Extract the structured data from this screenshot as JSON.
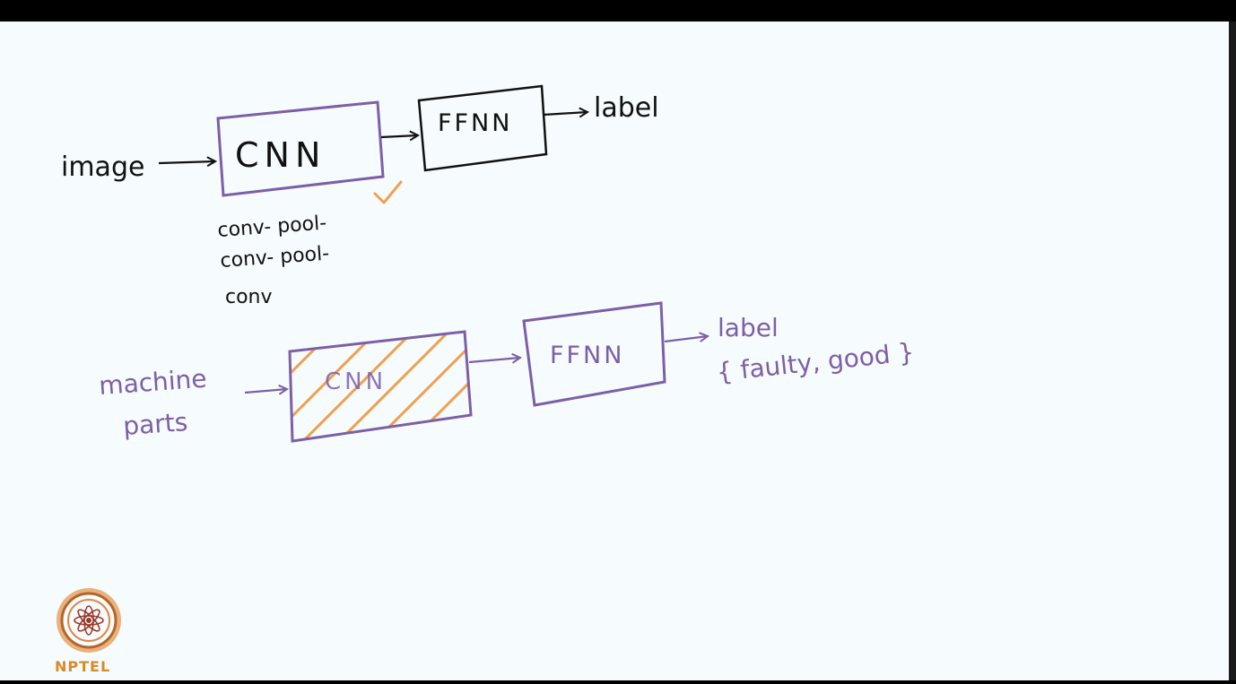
{
  "colors": {
    "background": "#f6fcfd",
    "black_ink": "#111111",
    "purple_ink": "#7d5fa7",
    "orange_highlight": "#f0a050"
  },
  "diagram_top": {
    "input_label": "image",
    "cnn_label": "CNN",
    "ffnn_label": "FFNN",
    "output_label": "label",
    "layers_line1": "conv- pool-",
    "layers_line2": "conv- pool-",
    "layers_line3": "conv"
  },
  "diagram_bottom": {
    "input_label_line1": "machine",
    "input_label_line2": "parts",
    "cnn_label": "CNN",
    "ffnn_label": "FFNN",
    "output_label": "label",
    "output_classes": "{ faulty, good }"
  },
  "logo": {
    "text": "NPTEL"
  }
}
